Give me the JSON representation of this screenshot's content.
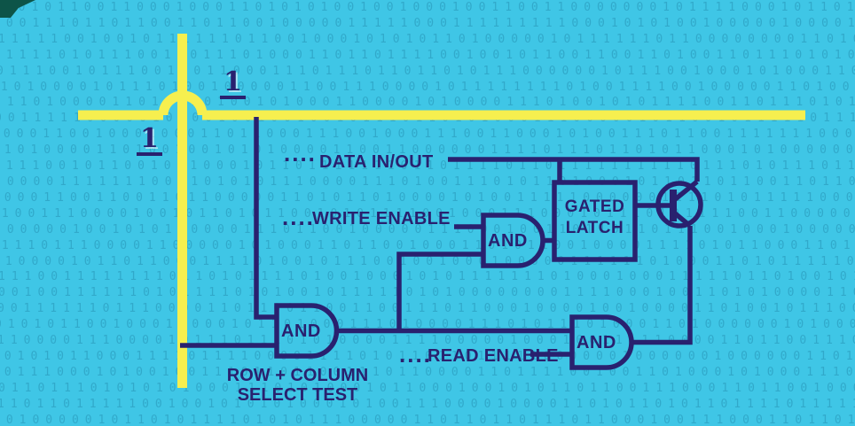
{
  "colors": {
    "background_cyan": "#3fc6e6",
    "wire_yellow": "#f6ef4f",
    "circuit_navy": "#29216f"
  },
  "background_pattern": {
    "chars": "01"
  },
  "bits": {
    "column": "1",
    "row": "1"
  },
  "signals": {
    "data_io": {
      "dots": "....",
      "label": "DATA IN/OUT"
    },
    "write_enable": {
      "dots": "....",
      "label": "WRITE ENABLE"
    },
    "read_enable": {
      "dots": "....",
      "label": "READ ENABLE"
    }
  },
  "gates": {
    "select_and": {
      "label": "AND",
      "caption_line1": "ROW + COLUMN",
      "caption_line2": "SELECT TEST"
    },
    "write_and": {
      "label": "AND"
    },
    "read_and": {
      "label": "AND"
    }
  },
  "latch": {
    "line1": "GATED",
    "line2": "LATCH"
  }
}
